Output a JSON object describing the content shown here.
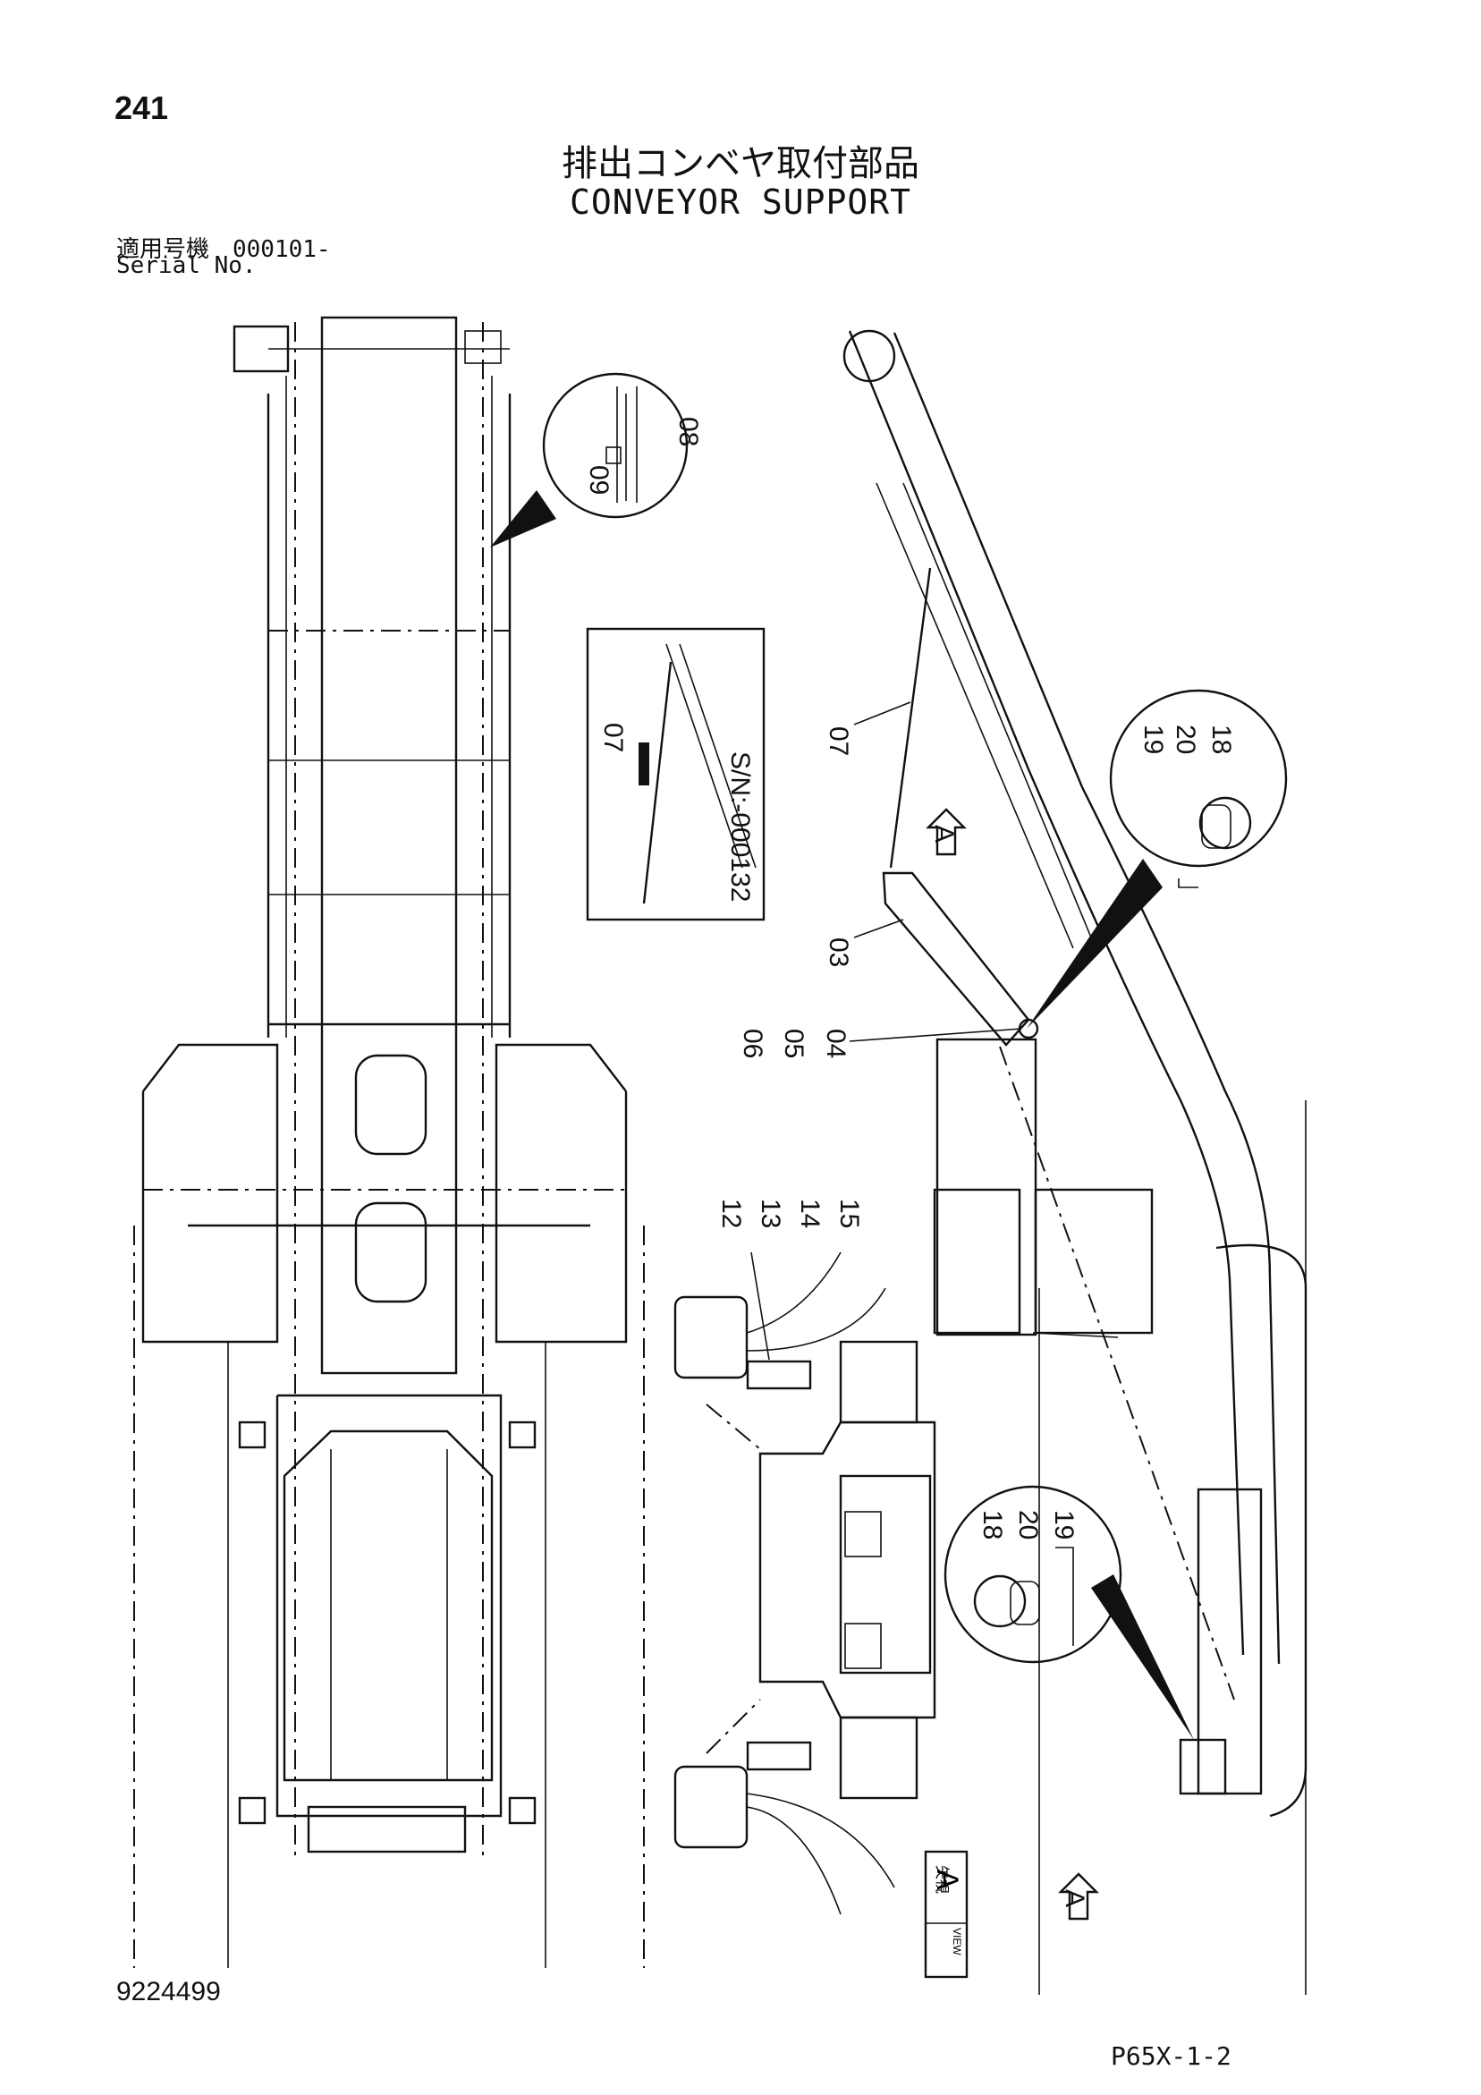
{
  "header": {
    "page_number": "241",
    "title_jp": "排出コンベヤ取付部品",
    "title_en": "CONVEYOR SUPPORT",
    "serial_label_jp": "適用号機　000101-",
    "serial_label_en": "Serial No."
  },
  "footer": {
    "doc_number": "9224499",
    "page_code": "P65X-1-2"
  },
  "callouts": {
    "c09": "09",
    "c08": "08",
    "c07_inset": "07",
    "inset_sn": "S/N:-000132",
    "c07": "07",
    "c03": "03",
    "c06": "06",
    "c05": "05",
    "c04": "04",
    "c19a": "19",
    "c20a": "20",
    "c18a": "18",
    "c12": "12",
    "c13": "13",
    "c14": "14",
    "c15": "15",
    "c18b": "18",
    "c20b": "20",
    "c19b": "19",
    "view_a_top": "A",
    "view_a_bottom": "A",
    "view_label_jp": "矢視",
    "view_label_en": "VIEW",
    "view_label_a": "A"
  }
}
